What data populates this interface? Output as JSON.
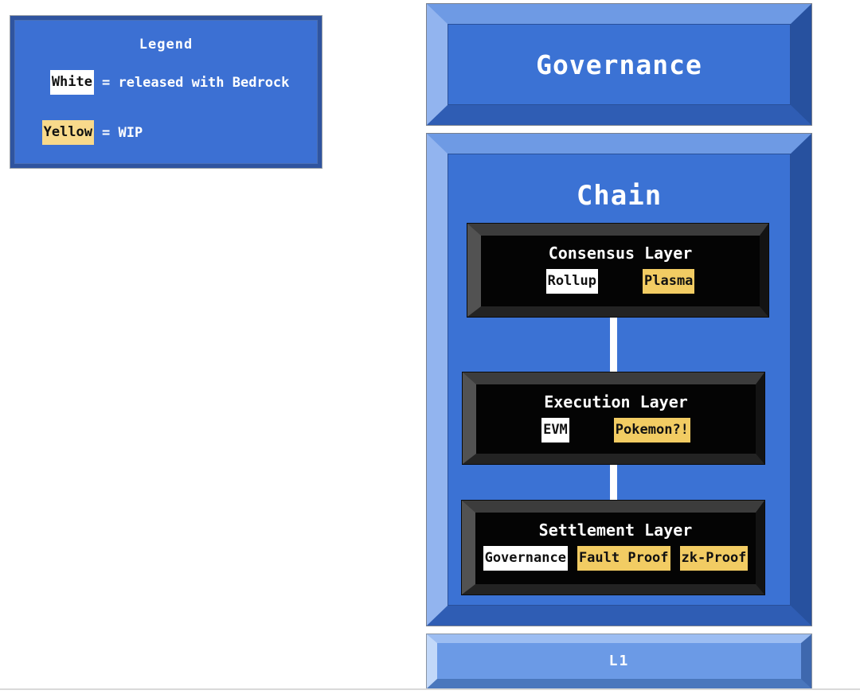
{
  "colors": {
    "panel_blue": "#3b72d4",
    "panel_bevel_light": "#92b4ef",
    "panel_bevel_top": "#6e9ae4",
    "panel_bevel_dark": "#27519f",
    "panel_bevel_bottom": "#2f5db4",
    "l1_blue": "#6b9ae6",
    "layer_black": "#040404",
    "released_white": "#ffffff",
    "wip_yellow": "#f2cc63",
    "legend_wip_yellow": "#f8d98b",
    "text_white": "#ffffff",
    "text_black": "#111111"
  },
  "legend": {
    "title": "Legend",
    "items": [
      {
        "swatch": "White",
        "status": "released",
        "label": "= released with Bedrock"
      },
      {
        "swatch": "Yellow",
        "status": "wip",
        "label": "= WIP"
      }
    ]
  },
  "governance_box": {
    "title": "Governance"
  },
  "chain_box": {
    "title": "Chain",
    "layers": [
      {
        "title": "Consensus Layer",
        "tags": [
          {
            "label": "Rollup",
            "status": "released"
          },
          {
            "label": "Plasma",
            "status": "wip"
          }
        ]
      },
      {
        "title": "Execution Layer",
        "tags": [
          {
            "label": "EVM",
            "status": "released"
          },
          {
            "label": "Pokemon?!",
            "status": "wip"
          }
        ]
      },
      {
        "title": "Settlement Layer",
        "tags": [
          {
            "label": "Governance",
            "status": "released"
          },
          {
            "label": "Fault Proof",
            "status": "wip"
          },
          {
            "label": "zk-Proof",
            "status": "wip"
          }
        ]
      }
    ]
  },
  "l1_box": {
    "title": "L1"
  }
}
